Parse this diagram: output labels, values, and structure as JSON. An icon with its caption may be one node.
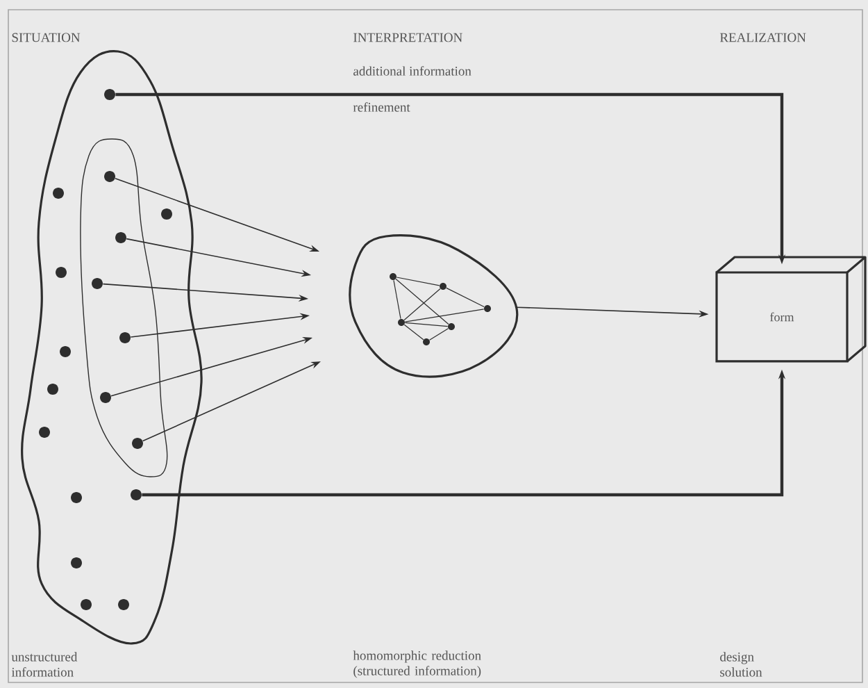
{
  "diagram": {
    "nodes": [
      {
        "text": [],
        "shape": "cloud"
      },
      {
        "text": [],
        "shape": "cloud",
        "in": 0
      },
      {
        "text": [],
        "shape": "circle",
        "in": 0
      },
      {
        "text": [],
        "shape": "circle",
        "in": 1
      },
      {
        "text": [],
        "shape": "circle",
        "in": 0
      },
      {
        "text": [],
        "shape": "circle",
        "in": 0
      },
      {
        "text": [],
        "shape": "circle",
        "in": 1
      },
      {
        "text": [],
        "shape": "circle",
        "in": 0
      },
      {
        "text": [],
        "shape": "circle",
        "in": 1
      },
      {
        "text": [],
        "shape": "circle",
        "in": 1
      },
      {
        "text": [],
        "shape": "circle",
        "in": 0
      },
      {
        "text": [],
        "shape": "circle",
        "in": 0
      },
      {
        "text": [],
        "shape": "circle",
        "in": 1
      },
      {
        "text": [],
        "shape": "circle",
        "in": 0
      },
      {
        "text": [],
        "shape": "circle",
        "in": 1
      },
      {
        "text": [],
        "shape": "circle",
        "in": 0
      },
      {
        "text": [],
        "shape": "circle",
        "in": 0
      },
      {
        "text": [],
        "shape": "circle",
        "in": 0
      },
      {
        "text": [],
        "shape": "circle",
        "in": 0
      },
      {
        "text": [],
        "shape": "circle",
        "in": 0
      },
      {
        "text": [],
        "shape": "cloud"
      },
      {
        "text": [],
        "shape": "circle",
        "in": 20
      },
      {
        "text": [],
        "shape": "circle",
        "in": 20
      },
      {
        "text": [],
        "shape": "circle",
        "in": 20
      },
      {
        "text": [],
        "shape": "circle",
        "in": 20
      },
      {
        "text": [],
        "shape": "circle",
        "in": 20
      },
      {
        "text": [],
        "shape": "circle",
        "in": 20
      },
      {
        "text": [
          "form"
        ]
      }
    ],
    "edges": [
      {
        "from": 2,
        "to": 27,
        "arrow": "to",
        "style": "thick"
      },
      {
        "from": 3,
        "to": null,
        "arrow": "to"
      },
      {
        "from": 6,
        "to": null,
        "arrow": "to"
      },
      {
        "from": 8,
        "to": null,
        "arrow": "to"
      },
      {
        "from": 9,
        "to": null,
        "arrow": "to"
      },
      {
        "from": 12,
        "to": null,
        "arrow": "to"
      },
      {
        "from": 14,
        "to": null,
        "arrow": "to"
      },
      {
        "from": 16,
        "to": 27,
        "arrow": "to",
        "style": "thick"
      },
      {
        "from": 20,
        "to": 27,
        "arrow": "to"
      },
      {
        "from": 21,
        "to": 22,
        "arrow": "none"
      },
      {
        "from": 21,
        "to": 24,
        "arrow": "none"
      },
      {
        "from": 21,
        "to": 25,
        "arrow": "none"
      },
      {
        "from": 22,
        "to": 23,
        "arrow": "none"
      },
      {
        "from": 22,
        "to": 24,
        "arrow": "none"
      },
      {
        "from": 23,
        "to": 24,
        "arrow": "none"
      },
      {
        "from": 24,
        "to": 25,
        "arrow": "none"
      },
      {
        "from": 24,
        "to": 26,
        "arrow": "none"
      },
      {
        "from": 26,
        "to": 25,
        "arrow": "none"
      }
    ],
    "labels": [
      "SITUATION",
      "INTERPRETATION",
      "REALIZATION",
      "additional information",
      "refinement",
      "unstructured information",
      "homomorphic reduction (structured information)",
      "design solution"
    ]
  }
}
